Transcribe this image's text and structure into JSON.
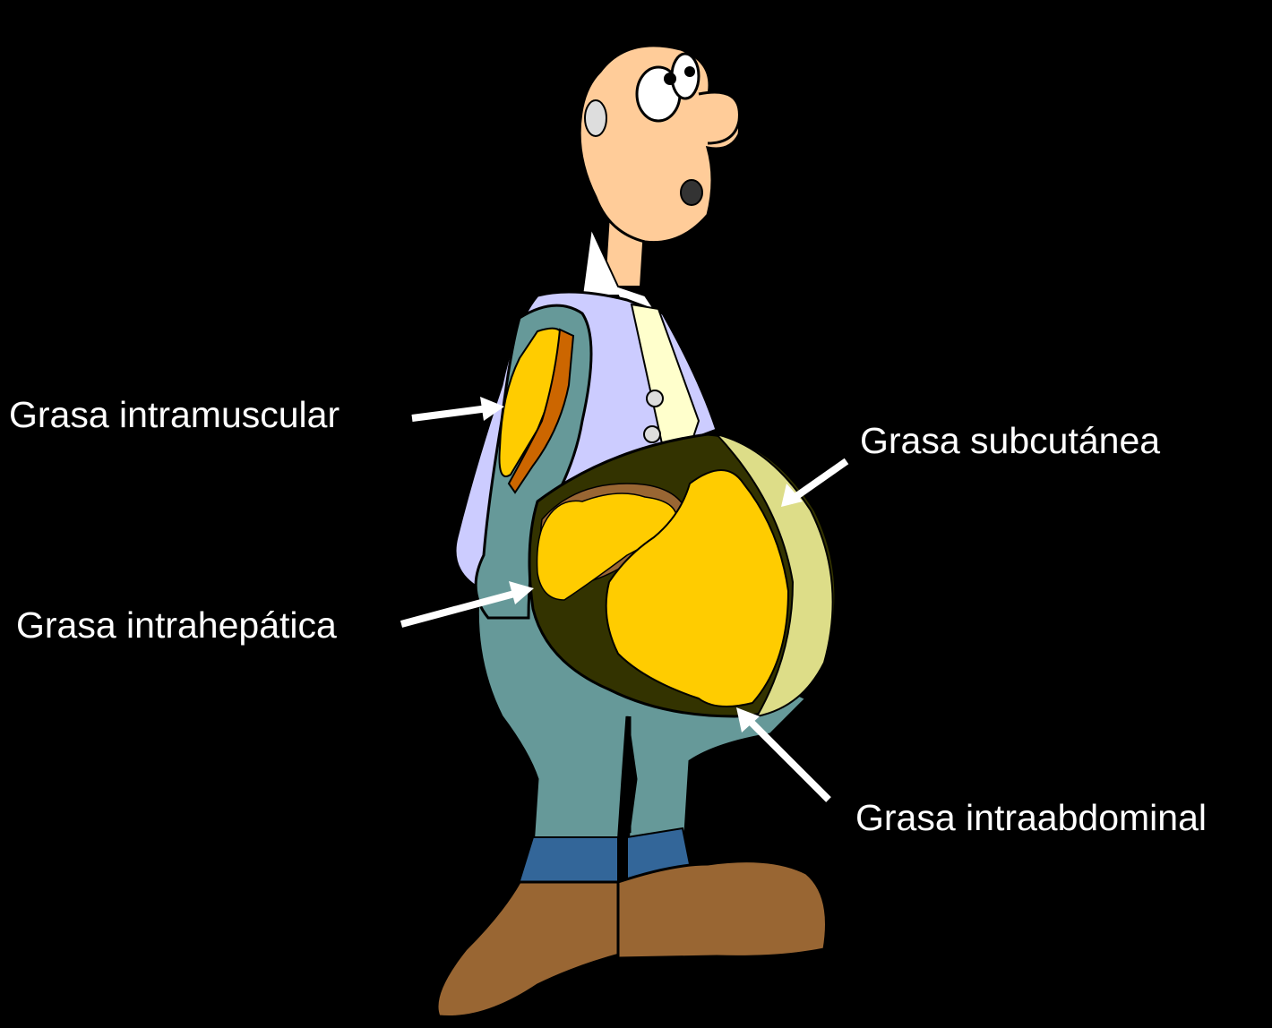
{
  "labels": {
    "intramuscular": "Grasa intramuscular",
    "subcutanea": "Grasa subcutánea",
    "intrahepatica": "Grasa intrahepática",
    "intraabdominal": "Grasa intraabdominal"
  },
  "colors": {
    "background": "#000000",
    "skin": "#FFCC99",
    "shirt": "#CCCCFF",
    "tie": "#FFFFCC",
    "trousers": "#669999",
    "socks": "#336699",
    "shoes": "#996633",
    "fat_yellow": "#FFCC00",
    "fat_brown": "#996633",
    "fat_light": "#DDDD88",
    "muscle_orange": "#CC6600",
    "abdomen_dark": "#333300",
    "arrow": "#FFFFFF"
  }
}
